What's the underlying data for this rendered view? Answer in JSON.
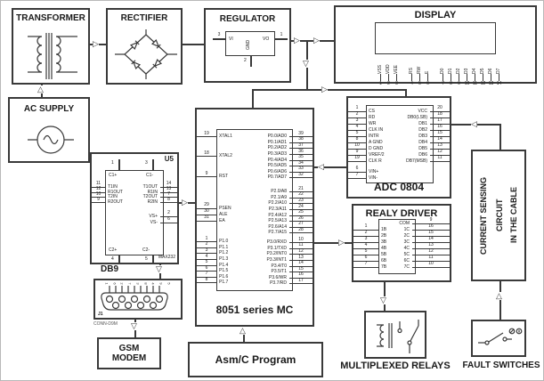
{
  "colors": {
    "line": "#3a3a3a",
    "text": "#1a1a1a",
    "background": "#ffffff"
  },
  "icons": {
    "arrow_right": "▷",
    "arrow_left": "◁",
    "arrow_up": "△",
    "arrow_down": "▽"
  },
  "blocks": {
    "transformer": {
      "title": "TRANSFORMER"
    },
    "rectifier": {
      "title": "RECTIFIER"
    },
    "regulator": {
      "title": "REGULATOR",
      "pins": {
        "vi": "VI",
        "vo": "VO",
        "gnd": "GND",
        "vi_n": "3",
        "vo_n": "1",
        "gnd_n": "2"
      }
    },
    "display": {
      "title": "DISPLAY",
      "pin_groups": [
        [
          {
            "n": "1",
            "label": "VSS"
          },
          {
            "n": "2",
            "label": "VDD"
          },
          {
            "n": "3",
            "label": "VEE"
          }
        ],
        [
          {
            "n": "4",
            "label": "RS"
          },
          {
            "n": "5",
            "label": "RW"
          },
          {
            "n": "6",
            "label": "E"
          }
        ],
        [
          {
            "n": "7",
            "label": "D0"
          },
          {
            "n": "8",
            "label": "D1"
          },
          {
            "n": "9",
            "label": "D2"
          },
          {
            "n": "10",
            "label": "D3"
          },
          {
            "n": "11",
            "label": "D4"
          },
          {
            "n": "12",
            "label": "D5"
          },
          {
            "n": "13",
            "label": "D6"
          },
          {
            "n": "14",
            "label": "D7"
          }
        ]
      ]
    },
    "ac_supply": {
      "title": "AC SUPPLY"
    },
    "max232": {
      "ref": "U5",
      "part": "MAX232",
      "top_left": {
        "n": "1",
        "label": "C1+"
      },
      "top_right": {
        "n": "3",
        "label": "C1-"
      },
      "bottom_left": {
        "n": "4",
        "label": "C2+"
      },
      "bottom_right": {
        "n": "5",
        "label": "C2-"
      },
      "left_pins": [
        {
          "n": "11",
          "label": "T1IN"
        },
        {
          "n": "12",
          "label": "R1OUT"
        },
        {
          "n": "10",
          "label": "T2IN"
        },
        {
          "n": "9",
          "label": "R2OUT"
        }
      ],
      "right_pins": [
        {
          "n": "14",
          "label": "T1OUT"
        },
        {
          "n": "13",
          "label": "R1IN"
        },
        {
          "n": "7",
          "label": "T2OUT"
        },
        {
          "n": "8",
          "label": "R2IN"
        }
      ],
      "vs_pins": [
        {
          "n": "2",
          "label": "VS+"
        },
        {
          "n": "6",
          "label": "VS-"
        }
      ]
    },
    "db9": {
      "title": "DB9",
      "ref": "J1",
      "part": "CONN-D9M",
      "pin_numbers": [
        "1",
        "6",
        "2",
        "7",
        "3",
        "8",
        "4",
        "9",
        "5"
      ]
    },
    "gsm_modem": {
      "line1": "GSM",
      "line2": "MODEM"
    },
    "mcu": {
      "title": "8051 series MC",
      "xtal_pins": [
        {
          "n": "19",
          "label": "XTAL1"
        },
        {
          "n": "18",
          "label": "XTAL2"
        }
      ],
      "rst_pins": [
        {
          "n": "9",
          "label": "RST"
        }
      ],
      "ctrl_pins": [
        {
          "n": "29",
          "label": "PSEN"
        },
        {
          "n": "30",
          "label": "ALE"
        },
        {
          "n": "31",
          "label": "EA"
        }
      ],
      "p1_pins": [
        {
          "n": "1",
          "label": "P1.0"
        },
        {
          "n": "2",
          "label": "P1.1"
        },
        {
          "n": "3",
          "label": "P1.2"
        },
        {
          "n": "4",
          "label": "P1.3"
        },
        {
          "n": "5",
          "label": "P1.4"
        },
        {
          "n": "6",
          "label": "P1.5"
        },
        {
          "n": "7",
          "label": "P1.6"
        },
        {
          "n": "8",
          "label": "P1.7"
        }
      ],
      "p0_pins": [
        {
          "n": "39",
          "label": "P0.0/AD0"
        },
        {
          "n": "38",
          "label": "P0.1/AD1"
        },
        {
          "n": "37",
          "label": "P0.2/AD2"
        },
        {
          "n": "36",
          "label": "P0.3/AD3"
        },
        {
          "n": "35",
          "label": "P0.4/AD4"
        },
        {
          "n": "34",
          "label": "P0.5/AD5"
        },
        {
          "n": "33",
          "label": "P0.6/AD6"
        },
        {
          "n": "32",
          "label": "P0.7/AD7"
        }
      ],
      "p2_pins": [
        {
          "n": "21",
          "label": "P2.0/A8"
        },
        {
          "n": "22",
          "label": "P2.1/A9"
        },
        {
          "n": "23",
          "label": "P2.2/A10"
        },
        {
          "n": "24",
          "label": "P2.3/A11"
        },
        {
          "n": "25",
          "label": "P2.4/A12"
        },
        {
          "n": "26",
          "label": "P2.5/A13"
        },
        {
          "n": "27",
          "label": "P2.6/A14"
        },
        {
          "n": "28",
          "label": "P2.7/A15"
        }
      ],
      "p3_pins": [
        {
          "n": "10",
          "label": "P3.0/RXD"
        },
        {
          "n": "11",
          "label": "P3.1/TXD"
        },
        {
          "n": "12",
          "label": "P3.2/INT0"
        },
        {
          "n": "13",
          "label": "P3.3/INT1"
        },
        {
          "n": "14",
          "label": "P3.4/T0"
        },
        {
          "n": "15",
          "label": "P3.5/T1"
        },
        {
          "n": "16",
          "label": "P3.6/WR"
        },
        {
          "n": "17",
          "label": "P3.7/RD"
        }
      ]
    },
    "adc": {
      "title": "ADC 0804",
      "left_pins": [
        {
          "n": "1",
          "label": "CS"
        },
        {
          "n": "2",
          "label": "RD"
        },
        {
          "n": "3",
          "label": "WR"
        },
        {
          "n": "4",
          "label": "CLK IN"
        },
        {
          "n": "5",
          "label": "INTR"
        },
        {
          "n": "8",
          "label": "A GND"
        },
        {
          "n": "10",
          "label": "D GND"
        },
        {
          "n": "9",
          "label": "VREF/2"
        },
        {
          "n": "19",
          "label": "CLK R"
        }
      ],
      "vin_pins": [
        {
          "n": "6",
          "label": "VIN+"
        },
        {
          "n": "7",
          "label": "VIN-"
        }
      ],
      "right_pins": [
        {
          "n": "20",
          "label": "VCC"
        },
        {
          "n": "18",
          "label": "DB0(LSB)"
        },
        {
          "n": "17",
          "label": "DB1"
        },
        {
          "n": "16",
          "label": "DB2"
        },
        {
          "n": "15",
          "label": "DB3"
        },
        {
          "n": "14",
          "label": "DB4"
        },
        {
          "n": "13",
          "label": "DB5"
        },
        {
          "n": "12",
          "label": "DB6"
        }
      ],
      "db7_pin": [
        {
          "n": "11",
          "label": "DB7(MSB)"
        }
      ]
    },
    "relay_driver": {
      "title": "REALY DRIVER",
      "left_pins": [
        {
          "n": "1",
          "label": "1B"
        },
        {
          "n": "2",
          "label": "2B"
        },
        {
          "n": "3",
          "label": "3B"
        },
        {
          "n": "4",
          "label": "4B"
        },
        {
          "n": "5",
          "label": "5B"
        },
        {
          "n": "6",
          "label": "6B"
        },
        {
          "n": "7",
          "label": "7B"
        }
      ],
      "right_pins": [
        {
          "n": "9",
          "label": "COM"
        },
        {
          "n": "16",
          "label": "1C"
        },
        {
          "n": "15",
          "label": "2C"
        },
        {
          "n": "14",
          "label": "3C"
        },
        {
          "n": "13",
          "label": "4C"
        },
        {
          "n": "12",
          "label": "5C"
        },
        {
          "n": "11",
          "label": "6C"
        },
        {
          "n": "10",
          "label": "7C"
        }
      ]
    },
    "relays": {
      "title": "MULTIPLEXED RELAYS"
    },
    "fault_switches": {
      "title": "FAULT SWITCHES"
    },
    "current_sensing": {
      "line1": "CURRENT SENSING",
      "line2": "CIRCUIT",
      "line3": "IN THE CABLE"
    },
    "program": {
      "title": "Asm/C Program"
    }
  }
}
